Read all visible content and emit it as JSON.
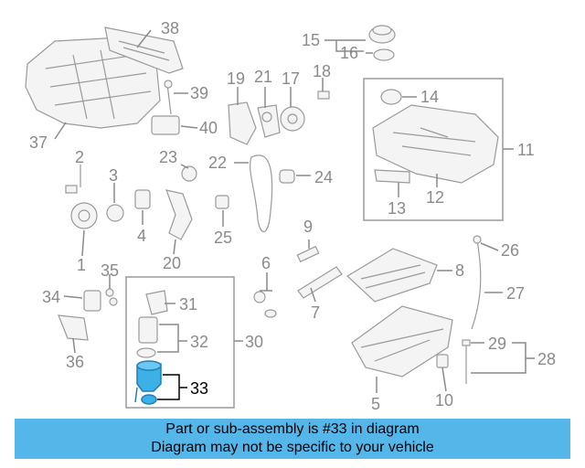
{
  "callouts": {
    "c1": "1",
    "c2": "2",
    "c3": "3",
    "c4": "4",
    "c5": "5",
    "c6": "6",
    "c7": "7",
    "c8": "8",
    "c9": "9",
    "c10": "10",
    "c11": "11",
    "c12": "12",
    "c13": "13",
    "c14": "14",
    "c15": "15",
    "c16": "16",
    "c17": "17",
    "c18": "18",
    "c19": "19",
    "c20": "20",
    "c21": "21",
    "c22": "22",
    "c23": "23",
    "c24": "24",
    "c25": "25",
    "c26": "26",
    "c27": "27",
    "c28": "28",
    "c29": "29",
    "c30": "30",
    "c31": "31",
    "c32": "32",
    "c33": "33",
    "c34": "34",
    "c35": "35",
    "c36": "36",
    "c37": "37",
    "c38": "38",
    "c39": "39",
    "c40": "40"
  },
  "highlight": {
    "part_number": "33",
    "color": "#3db0e8"
  },
  "banner": {
    "line1": "Part or sub-assembly is #33 in diagram",
    "line2": "Diagram may not be specific to your vehicle",
    "background": "#55b6ea"
  }
}
